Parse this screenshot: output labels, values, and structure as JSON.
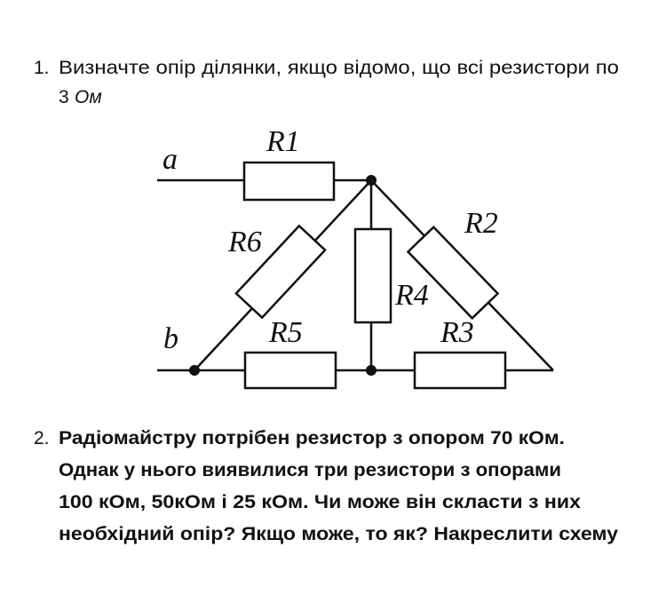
{
  "task1": {
    "number": "1.",
    "line1": "Визначте опір ділянки, якщо відомо, що всі резистори по",
    "line2_value": "3",
    "line2_unit": "Ом"
  },
  "circuit": {
    "terminal_a": "a",
    "terminal_b": "b",
    "resistors": [
      "R1",
      "R2",
      "R3",
      "R4",
      "R5",
      "R6"
    ]
  },
  "task2": {
    "number": "2.",
    "lines": [
      "Радіомайстру потрібен резистор з опором 70 кОм.",
      "Однак у нього виявилися три резистори з опорами",
      "100 кОм, 50кОм і 25 кОм. Чи може він скласти з них",
      "необхідний опір? Якщо може, то як? Накреслити схему"
    ]
  }
}
